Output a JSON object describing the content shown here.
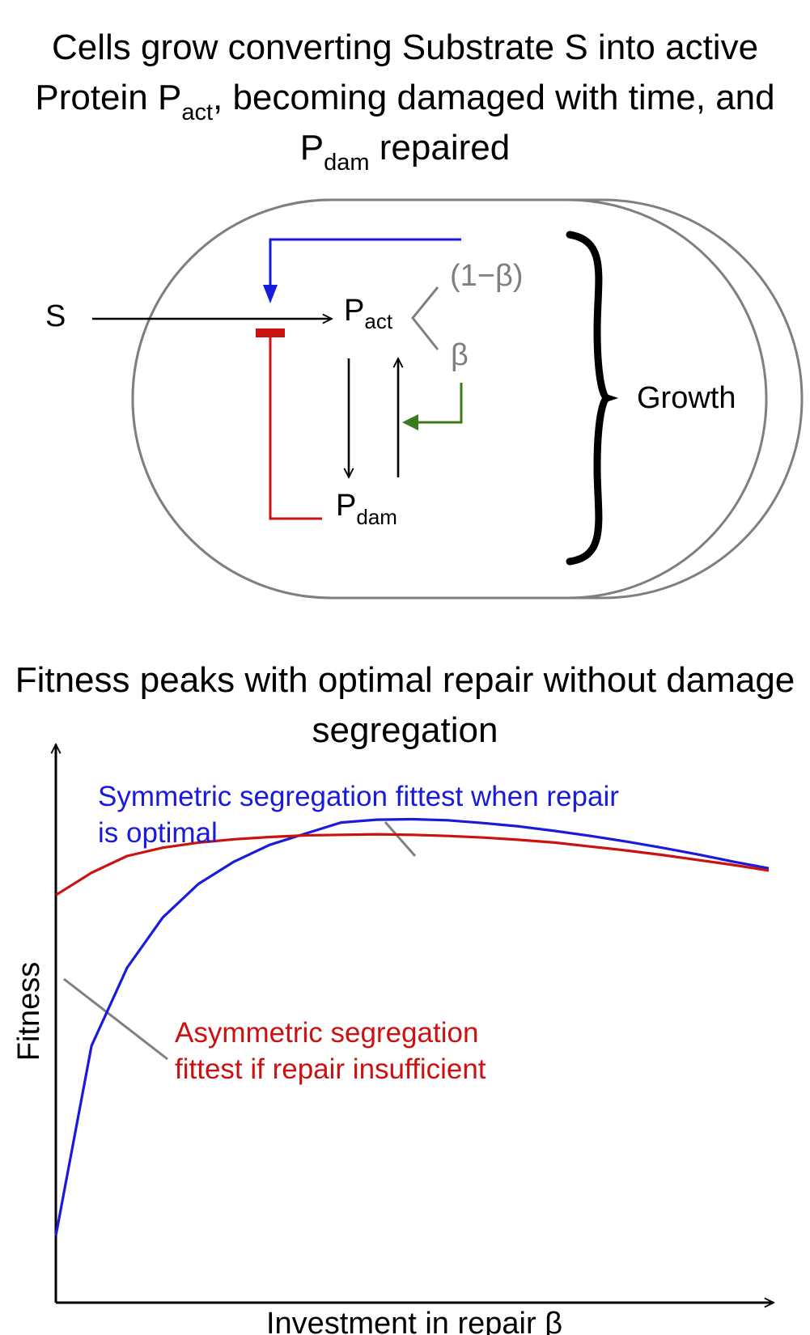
{
  "top_title": {
    "part1": "Cells grow converting Substrate S into active Protein P",
    "sub1": "act",
    "part2": ", becoming damaged with time, and P",
    "sub2": "dam",
    "part3": " repaired"
  },
  "diagram": {
    "substrate": "S",
    "p_act": "P",
    "p_act_sub": "act",
    "p_dam": "P",
    "p_dam_sub": "dam",
    "one_minus_beta": "(1−β)",
    "beta": "β",
    "growth": "Growth",
    "colors": {
      "feedback": "#1a1adb",
      "inhibition": "#cc1111",
      "repair": "#3c7a1e",
      "cell": "#7f7f7f"
    }
  },
  "bottom_title": "Fitness peaks with optimal repair without damage segregation",
  "chart_data": {
    "type": "line",
    "xlabel": "Investment in repair β",
    "ylabel": "Fitness",
    "x": [
      0,
      0.05,
      0.1,
      0.15,
      0.2,
      0.25,
      0.3,
      0.35,
      0.4,
      0.45,
      0.5,
      0.55,
      0.6,
      0.65,
      0.7,
      0.75,
      0.8,
      0.85,
      0.9,
      0.95,
      1.0
    ],
    "series": [
      {
        "key": "symmetric",
        "color": "#1a1adb",
        "values": [
          0.12,
          0.46,
          0.6,
          0.69,
          0.75,
          0.79,
          0.82,
          0.84,
          0.86,
          0.865,
          0.866,
          0.864,
          0.859,
          0.853,
          0.845,
          0.836,
          0.826,
          0.815,
          0.803,
          0.79,
          0.778
        ]
      },
      {
        "key": "asymmetric",
        "color": "#cc1111",
        "values": [
          0.73,
          0.77,
          0.8,
          0.815,
          0.824,
          0.83,
          0.834,
          0.837,
          0.838,
          0.839,
          0.838,
          0.836,
          0.833,
          0.829,
          0.824,
          0.817,
          0.81,
          0.802,
          0.793,
          0.784,
          0.774
        ]
      }
    ],
    "annotations": {
      "symmetric": {
        "line1": "Symmetric segregation fittest when repair",
        "line2": "is optimal",
        "color": "#1a1adb"
      },
      "asymmetric": {
        "line1": "Asymmetric segregation",
        "line2": "fittest if repair insufficient",
        "color": "#cc1111"
      }
    }
  }
}
